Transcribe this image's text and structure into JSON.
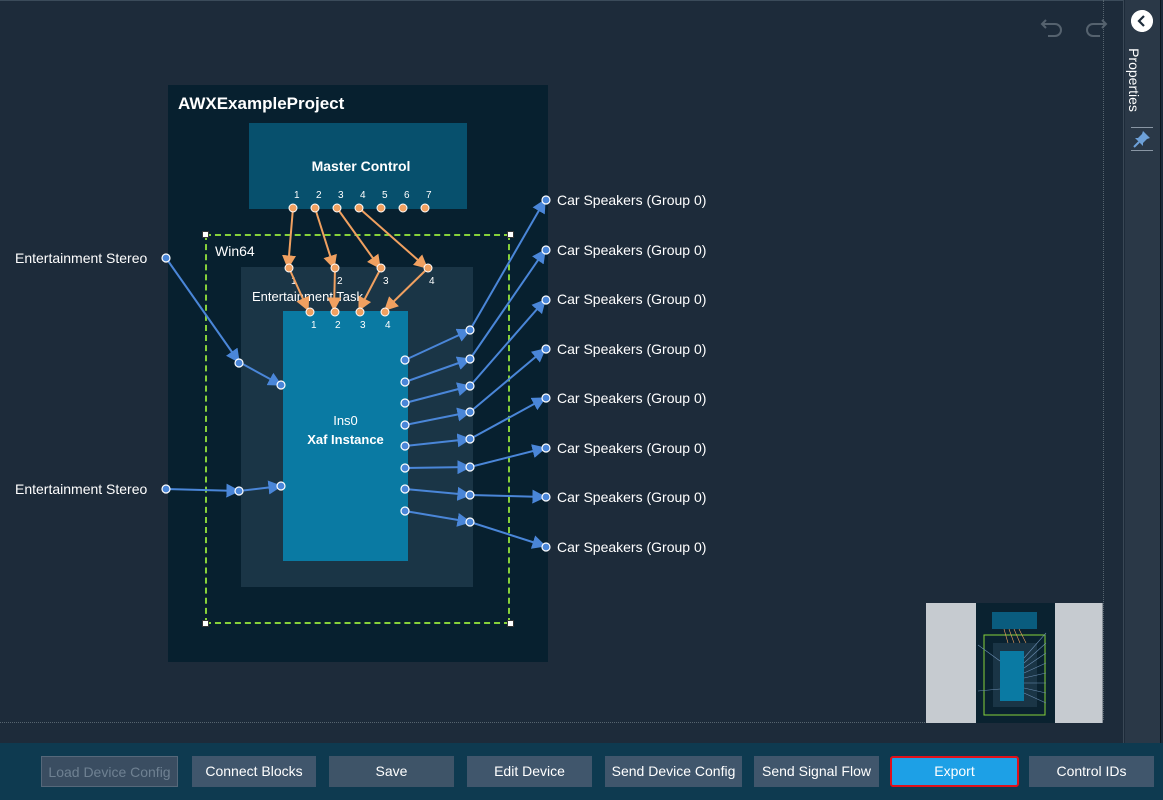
{
  "diagram": {
    "project_title": "AWXExampleProject",
    "master_control_label": "Master Control",
    "master_pins": [
      "1",
      "2",
      "3",
      "4",
      "5",
      "6",
      "7"
    ],
    "win_label": "Win64",
    "task_label": "Entertainment Task",
    "task_pins": [
      "1",
      "2",
      "3",
      "4"
    ],
    "instance_pins": [
      "1",
      "2",
      "3",
      "4"
    ],
    "instance_name": "Ins0",
    "instance_type": "Xaf Instance",
    "inputs": [
      "Entertainment Stereo",
      "Entertainment Stereo"
    ],
    "outputs": [
      "Car Speakers (Group 0)",
      "Car Speakers (Group 0)",
      "Car Speakers (Group 0)",
      "Car Speakers (Group 0)",
      "Car Speakers (Group 0)",
      "Car Speakers (Group 0)",
      "Car Speakers (Group 0)",
      "Car Speakers (Group 0)"
    ],
    "colors": {
      "control_wire": "#f0a060",
      "signal_wire": "#4a86d8",
      "selection": "#86d13a"
    }
  },
  "toolbar_icons": {
    "undo": "undo-icon",
    "redo": "redo-icon"
  },
  "properties_panel": {
    "title": "Properties",
    "collapse_icon": "chevron-left-icon",
    "pin_icon": "pin-icon"
  },
  "buttons": {
    "load_device_config": "Load Device Config",
    "connect_blocks": "Connect Blocks",
    "save": "Save",
    "edit_device": "Edit Device",
    "send_device_config": "Send Device Config",
    "send_signal_flow": "Send Signal Flow",
    "export": "Export",
    "control_ids": "Control IDs"
  }
}
